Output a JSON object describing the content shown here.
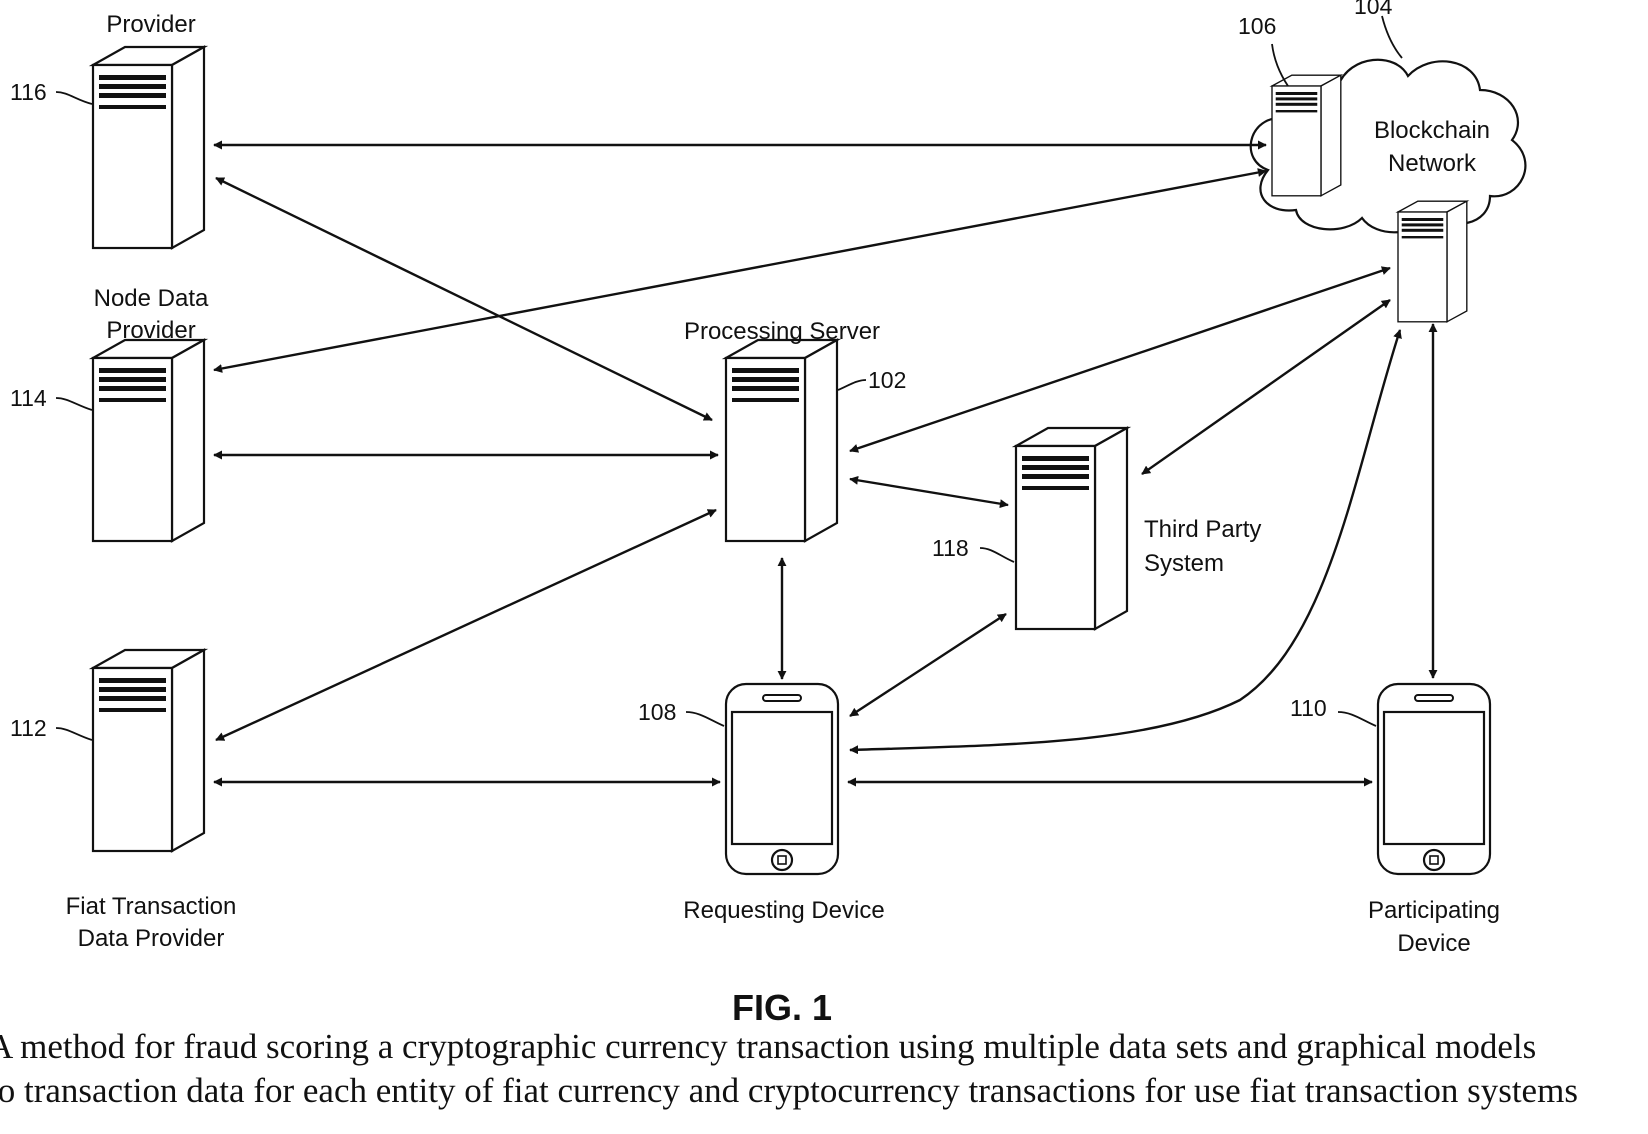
{
  "figure_title": "FIG. 1",
  "nodes": {
    "provider_top": {
      "label_line1": "Provider",
      "ref": "116"
    },
    "node_data_provider": {
      "label_line1": "Node Data",
      "label_line2": "Provider",
      "ref": "114"
    },
    "fiat_transaction_provider": {
      "label_line1": "Fiat Transaction",
      "label_line2": "Data Provider",
      "ref": "112"
    },
    "processing_server": {
      "label": "Processing Server",
      "ref": "102"
    },
    "third_party_system": {
      "label_line1": "Third Party",
      "label_line2": "System",
      "ref": "118"
    },
    "requesting_device": {
      "label": "Requesting Device",
      "ref": "108"
    },
    "participating_device": {
      "label_line1": "Participating",
      "label_line2": "Device",
      "ref": "110"
    },
    "blockchain_network": {
      "label_line1": "Blockchain",
      "label_line2": "Network",
      "ref": "104"
    },
    "blockchain_node": {
      "ref": "106"
    }
  },
  "caption": {
    "line1": "A method for fraud scoring a cryptographic currency transaction using multiple data sets and graphical models",
    "line2": "to transaction data for each entity of fiat currency and cryptocurrency transactions for use fiat transaction systems"
  }
}
